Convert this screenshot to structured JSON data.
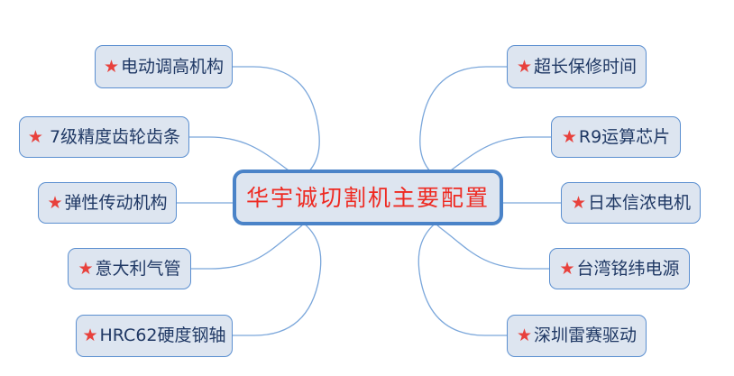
{
  "diagram": {
    "type": "mind-map",
    "title": "华宇诚切割机主要配置",
    "bullet_icon": "star-icon",
    "colors": {
      "node_fill": "#dde5f0",
      "node_border": "#5b8fd0",
      "center_border": "#4a83c8",
      "node_text": "#1f3864",
      "center_text": "#ee2a22",
      "star": "#e8413c",
      "connector": "#7ba7db",
      "background": "#ffffff"
    },
    "center": {
      "label": "华宇诚切割机主要配置"
    },
    "star": "★",
    "left_branches": [
      {
        "label": "电动调高机构"
      },
      {
        "label": "7级精度齿轮齿条"
      },
      {
        "label": "弹性传动机构"
      },
      {
        "label": "意大利气管"
      },
      {
        "label": "HRC62硬度钢轴"
      }
    ],
    "right_branches": [
      {
        "label": "超长保修时间"
      },
      {
        "label": "R9运算芯片"
      },
      {
        "label": "日本信浓电机"
      },
      {
        "label": "台湾铭纬电源"
      },
      {
        "label": "深圳雷赛驱动"
      }
    ]
  }
}
